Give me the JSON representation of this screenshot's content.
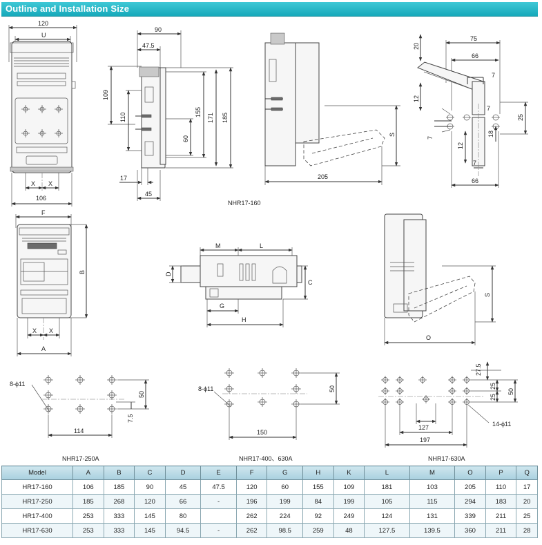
{
  "page": {
    "title": "Outline and Installation Size"
  },
  "views": {
    "front160": {
      "w": "120",
      "u": "U",
      "x1": "X",
      "x2": "X",
      "b": "106"
    },
    "side160": {
      "d90": "90",
      "d475": "47.5",
      "d109": "109",
      "d110": "110",
      "d155": "155",
      "d171": "171",
      "d185": "185",
      "d60": "60",
      "d17": "17",
      "d45": "45"
    },
    "open160": {
      "s": "S",
      "d205": "205"
    },
    "detail160": {
      "d75": "75",
      "d66a": "66",
      "d20": "20",
      "d7a": "7",
      "d12a": "12",
      "d25": "25",
      "d7b": "7",
      "d18": "18",
      "d12b": "12",
      "d7c": "7",
      "d7d": "7",
      "d66b": "66"
    },
    "caption160": "NHR17-160",
    "frontBig": {
      "f": "F",
      "b": "B",
      "x1": "X",
      "x2": "X",
      "a": "A"
    },
    "topBig": {
      "m": "M",
      "l": "L",
      "d": "D",
      "c": "C",
      "g": "G",
      "h": "H"
    },
    "openBig": {
      "s": "S",
      "o": "O"
    },
    "holes250": {
      "holes": "8-ϕ11",
      "d50": "50",
      "d75": "7.5",
      "d114": "114"
    },
    "holes400": {
      "holes": "8-ϕ11",
      "d50": "50",
      "d150": "150"
    },
    "holes630": {
      "d275": "27.5",
      "d25a": "25",
      "d25b": "25",
      "d50": "50",
      "holes": "14-ϕ11",
      "d127": "127",
      "d197": "197"
    },
    "caption250": "NHR17-250A",
    "caption400": "NHR17-400、630A",
    "caption630": "NHR17-630A"
  },
  "table": {
    "headers": [
      "Model",
      "A",
      "B",
      "C",
      "D",
      "E",
      "F",
      "G",
      "H",
      "K",
      "L",
      "M",
      "O",
      "P",
      "Q"
    ],
    "rows": [
      [
        "HR17-160",
        "106",
        "185",
        "90",
        "45",
        "47.5",
        "120",
        "60",
        "155",
        "109",
        "181",
        "103",
        "205",
        "110",
        "17"
      ],
      [
        "HR17-250",
        "185",
        "268",
        "120",
        "66",
        "-",
        "196",
        "199",
        "84",
        "199",
        "105",
        "115",
        "294",
        "183",
        "20"
      ],
      [
        "HR17-400",
        "253",
        "333",
        "145",
        "80",
        "",
        "262",
        "224",
        "92",
        "249",
        "124",
        "131",
        "339",
        "211",
        "25"
      ],
      [
        "HR17-630",
        "253",
        "333",
        "145",
        "94.5",
        "-",
        "262",
        "98.5",
        "259",
        "48",
        "127.5",
        "139.5",
        "360",
        "211",
        "28"
      ]
    ]
  }
}
